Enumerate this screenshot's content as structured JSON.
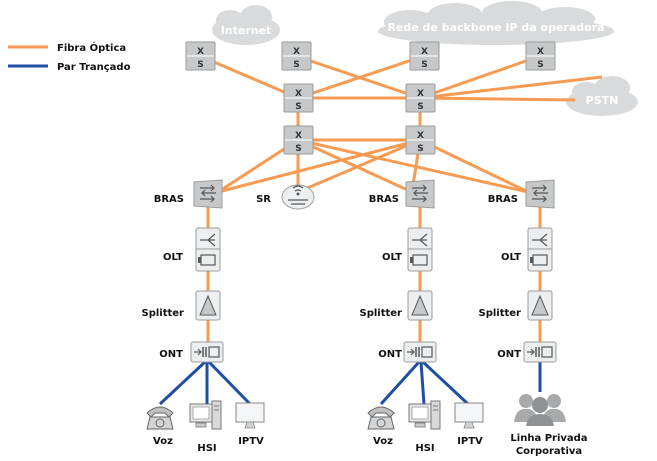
{
  "legend": {
    "fiber": {
      "label": "Fibra Óptica",
      "color": "#f79a52"
    },
    "twisted_pair": {
      "label": "Par Trançado",
      "color": "#1f4fa3"
    }
  },
  "clouds": {
    "internet": "Internet",
    "backbone": "Rede de backbone IP da operadora",
    "pstn": "PSTN"
  },
  "switch_glyph": {
    "top": "X",
    "bottom": "S"
  },
  "labels": {
    "bras": "BRAS",
    "sr": "SR",
    "olt": "OLT",
    "splitter": "Splitter",
    "ont": "ONT"
  },
  "endpoints": {
    "voice": "Voz",
    "hsi": "HSI",
    "iptv": "IPTV",
    "corporate_line_1": "Linha Privada",
    "corporate_line_2": "Corporativa"
  },
  "icons": {
    "switch": "switch-icon",
    "bras": "router-icon",
    "sr": "service-router-icon",
    "olt": "olt-icon",
    "splitter": "splitter-icon",
    "ont": "ont-icon",
    "phone": "telephone-icon",
    "pc": "computer-icon",
    "tv": "monitor-icon",
    "users": "users-icon"
  }
}
